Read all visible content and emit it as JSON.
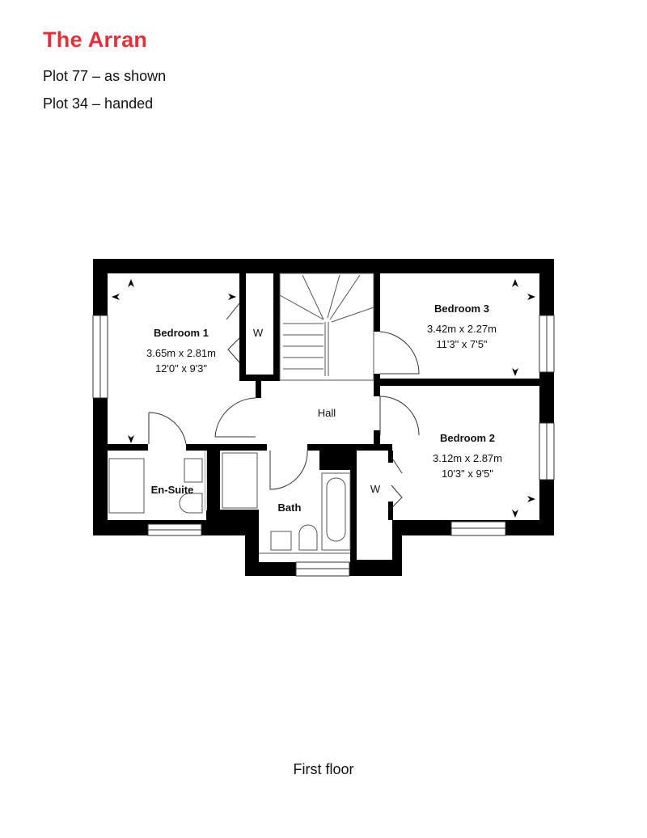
{
  "header": {
    "title": "The Arran",
    "plot_lines": [
      "Plot 77 – as shown",
      "Plot 34 – handed"
    ]
  },
  "colors": {
    "title": "#e5303a",
    "wall": "#000000",
    "fixture": "#555555"
  },
  "plan": {
    "rooms": {
      "bedroom1": {
        "name": "Bedroom 1",
        "metric": "3.65m x 2.81m",
        "imperial": "12'0\" x 9'3\""
      },
      "bedroom2": {
        "name": "Bedroom 2",
        "metric": "3.12m x 2.87m",
        "imperial": "10'3\" x 9'5\""
      },
      "bedroom3": {
        "name": "Bedroom 3",
        "metric": "3.42m x 2.27m",
        "imperial": "11'3\" x 7'5\""
      },
      "hall": {
        "name": "Hall"
      },
      "ensuite": {
        "name": "En-Suite"
      },
      "bath": {
        "name": "Bath"
      },
      "wardrobe1": {
        "name": "W"
      },
      "wardrobe2": {
        "name": "W"
      }
    },
    "caption": "First floor"
  }
}
